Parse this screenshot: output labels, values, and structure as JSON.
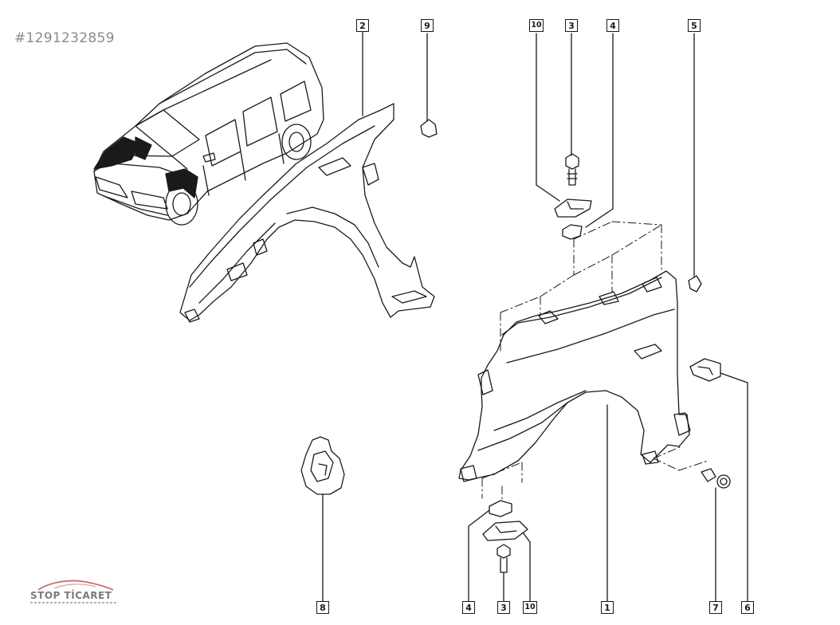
{
  "image_ref": "#1291232859",
  "logo_text": "STOP TİCARET",
  "colors": {
    "line": "#1a1a1a",
    "ref_text": "#8a8a8a",
    "logo_swoosh": "#c97070"
  },
  "callouts": [
    {
      "id": "c-2a",
      "label": "2"
    },
    {
      "id": "c-9",
      "label": "9"
    },
    {
      "id": "c-10a",
      "label": "10"
    },
    {
      "id": "c-3a",
      "label": "3"
    },
    {
      "id": "c-4a",
      "label": "4"
    },
    {
      "id": "c-5",
      "label": "5"
    },
    {
      "id": "c-8",
      "label": "8"
    },
    {
      "id": "c-4b",
      "label": "4"
    },
    {
      "id": "c-3b",
      "label": "3"
    },
    {
      "id": "c-10b",
      "label": "10"
    },
    {
      "id": "c-1",
      "label": "1"
    },
    {
      "id": "c-7",
      "label": "7"
    },
    {
      "id": "c-6",
      "label": "6"
    }
  ]
}
